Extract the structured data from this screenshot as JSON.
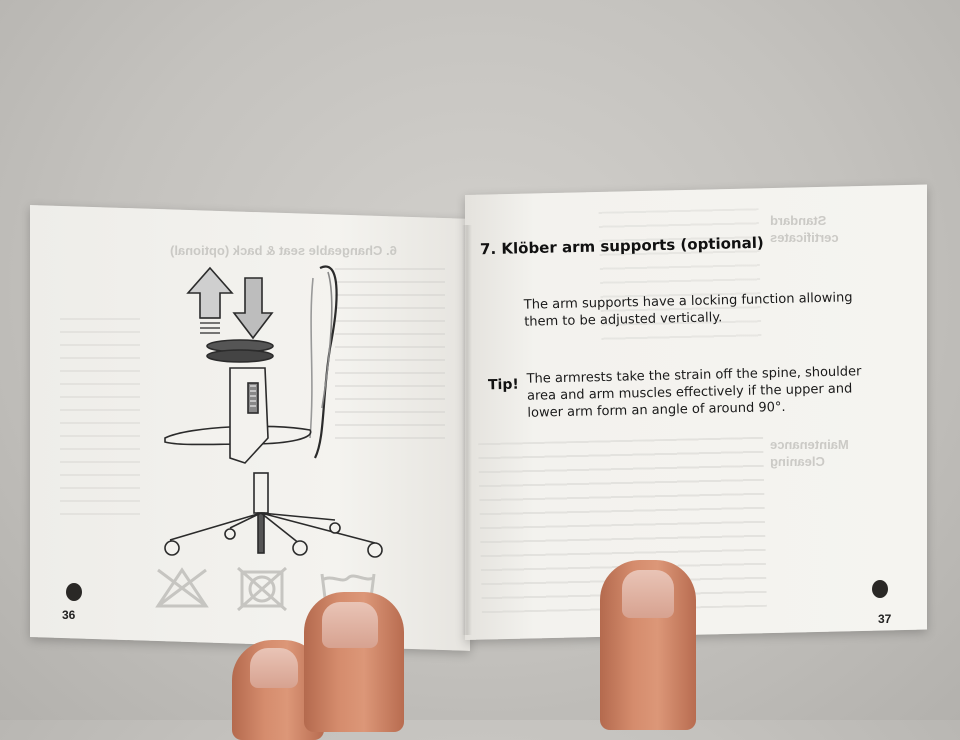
{
  "left_page": {
    "page_number": "36",
    "chair_illustration": "office-chair-with-arrows",
    "bleed_through_title": "6. Changeable seat & back (optional)",
    "care_symbols": [
      "no-bleach-icon",
      "no-tumble-dry-icon",
      "wash-30-icon"
    ]
  },
  "right_page": {
    "page_number": "37",
    "heading": "7. Klöber arm supports (optional)",
    "paragraph_1_line_1": "The arm supports have a locking function allowing",
    "paragraph_1_line_2": "them to be adjusted vertically.",
    "tip_label": "Tip!",
    "tip_line_1": "The armrests take the strain off the spine, shoulder",
    "tip_line_2": "area and arm muscles effectively if the upper and",
    "tip_line_3": "lower arm form an angle of around 90°.",
    "bleed_through_text": [
      "Standard",
      "certificates",
      "Maintenance",
      "Cleaning"
    ]
  },
  "colors": {
    "background": "#c8c6c2",
    "paper": "#f3f2ee",
    "text": "#1a1a1a",
    "bleed_through": "#bdbcb8",
    "skin": "#d58c6d"
  }
}
